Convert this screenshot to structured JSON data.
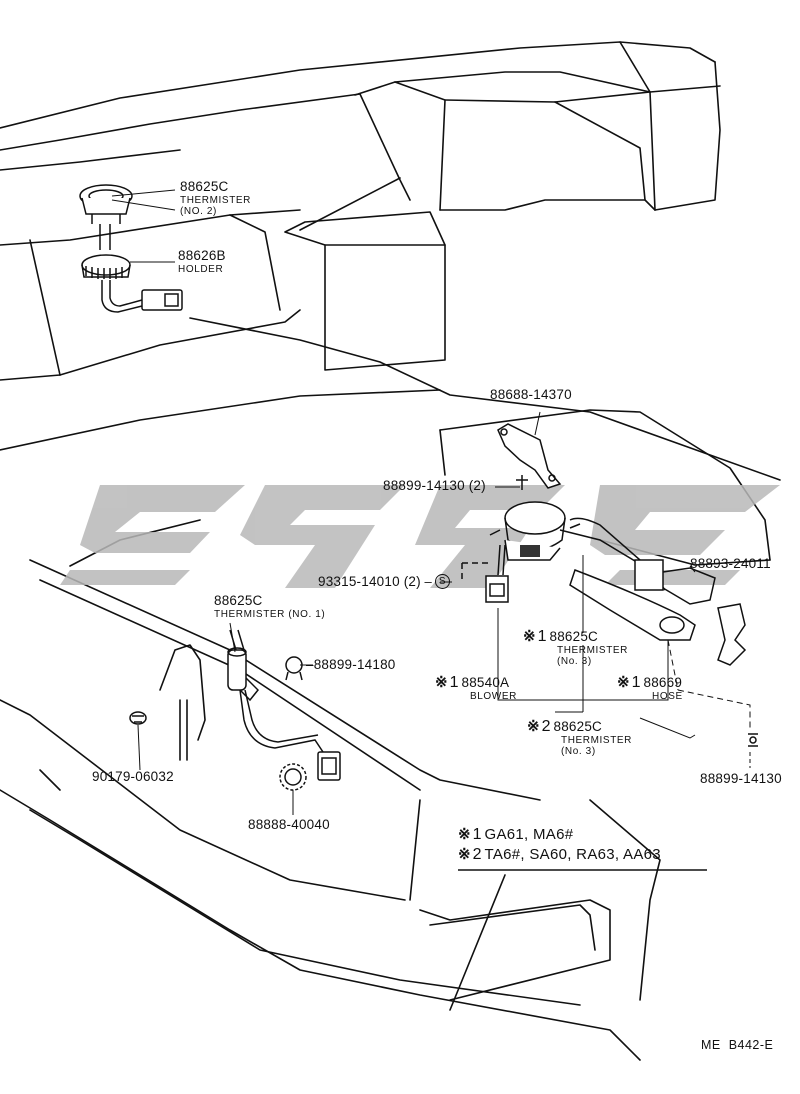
{
  "callouts": {
    "thermister_no2": {
      "part": "88625C",
      "line1": "THERMISTER",
      "line2": "(NO. 2)"
    },
    "holder": {
      "part": "88626B",
      "line1": "HOLDER"
    },
    "bracket": {
      "part": "88688-14370"
    },
    "bolt_top": {
      "part": "88899-14130 (2)"
    },
    "screw": {
      "part": "93315-14010 (2)",
      "symbol": "S"
    },
    "bracket_right": {
      "part": "88893-24011"
    },
    "thermister_no1": {
      "part": "88625C",
      "line1": "THERMISTER (NO. 1)"
    },
    "clamp": {
      "part": "88899-14180"
    },
    "thermister_no3a": {
      "marker": "※",
      "num": "1",
      "part": "88625C",
      "line1": "THERMISTER",
      "line2": "(No. 3)"
    },
    "blower": {
      "marker": "※",
      "num": "1",
      "part": "88540A",
      "line1": "BLOWER"
    },
    "hose": {
      "marker": "※",
      "num": "1",
      "part": "88669",
      "line1": "HOSE"
    },
    "thermister_no3b": {
      "marker": "※",
      "num": "2",
      "part": "88625C",
      "line1": "THERMISTER",
      "line2": "(No. 3)"
    },
    "grommet": {
      "part": "90179-06032"
    },
    "bolt_right": {
      "part": "88899-14130"
    },
    "ring": {
      "part": "88888-40040"
    }
  },
  "notes": [
    {
      "marker": "※",
      "num": "1",
      "text": "GA61, MA6#"
    },
    {
      "marker": "※",
      "num": "2",
      "text": "TA6#, SA60, RA63, AA63"
    }
  ],
  "reference": "ME  B442-E",
  "colors": {
    "ink": "#111111",
    "watermark": "#b8b8b8",
    "paper": "#ffffff"
  }
}
